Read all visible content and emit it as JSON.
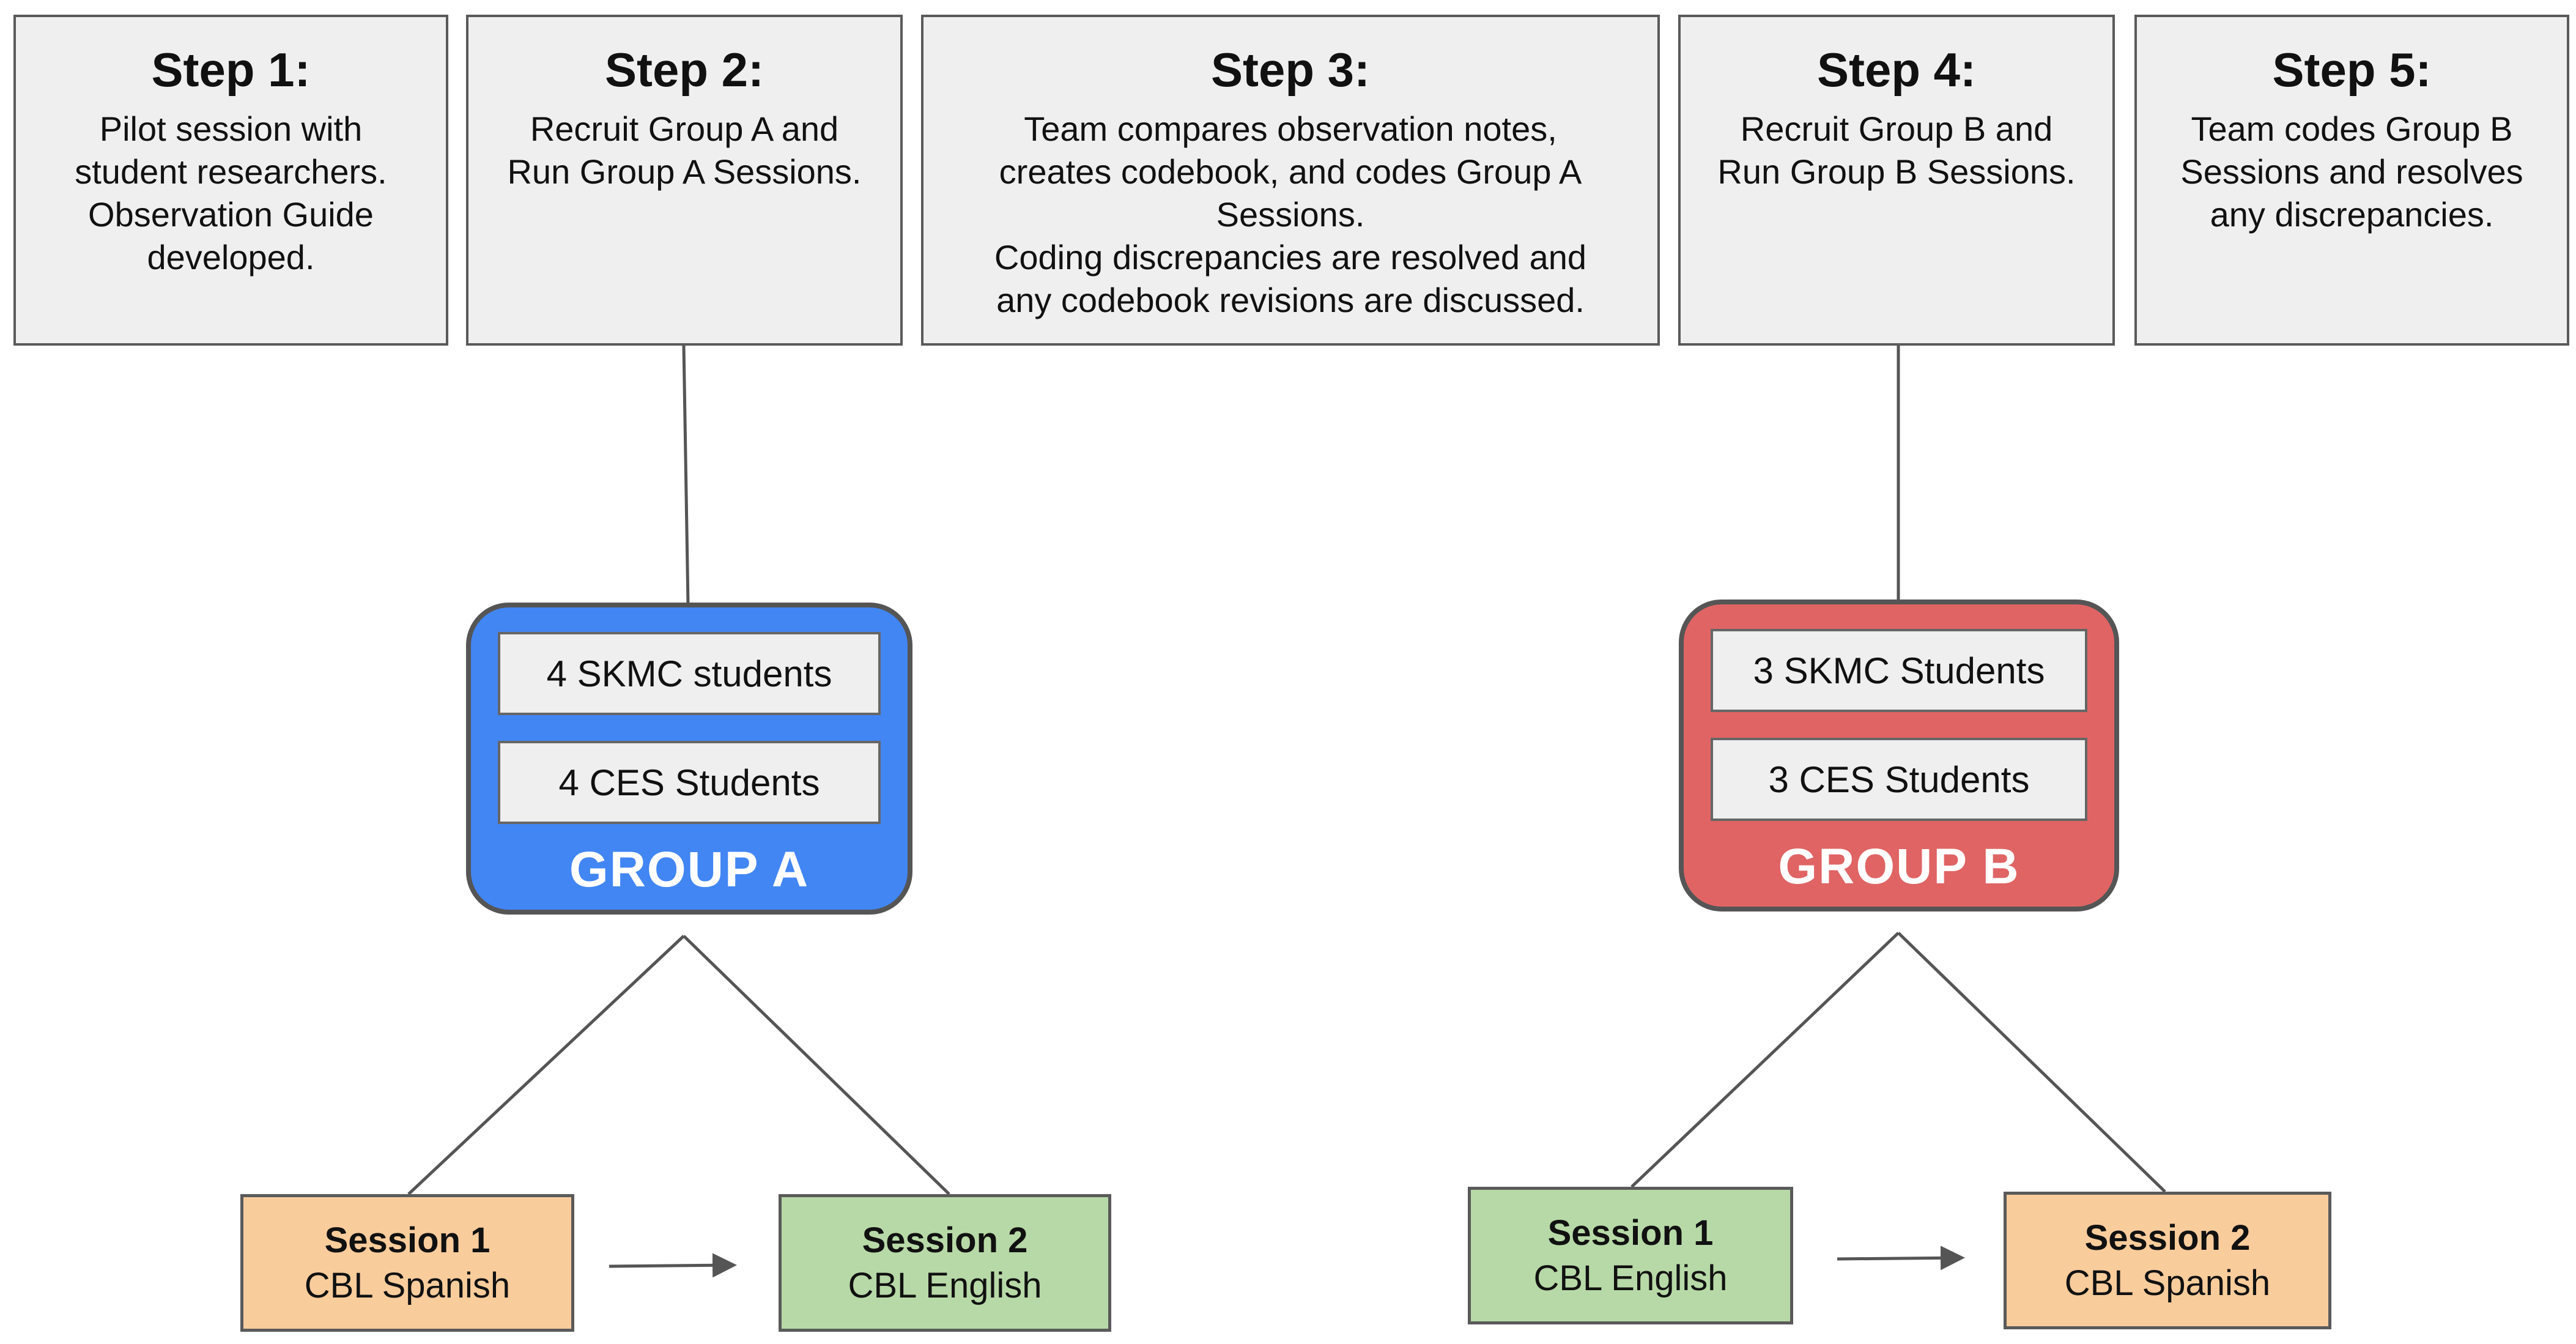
{
  "colors": {
    "group_a": "#4286f4",
    "group_b": "#e06464",
    "session_spanish": "#f9cc9c",
    "session_english": "#b7d9a7",
    "step_box": "#efefef",
    "member_box": "#efefef"
  },
  "steps": [
    {
      "title": "Step 1:",
      "body": "Pilot session with\nstudent researchers.\nObservation Guide\ndeveloped."
    },
    {
      "title": "Step 2:",
      "body": "Recruit Group A and\nRun Group A Sessions."
    },
    {
      "title": "Step 3:",
      "body": "Team compares observation notes,\ncreates codebook, and codes Group A\nSessions.\nCoding discrepancies are resolved and\nany codebook revisions are discussed."
    },
    {
      "title": "Step 4:",
      "body": "Recruit Group B and\nRun Group B Sessions."
    },
    {
      "title": "Step 5:",
      "body": "Team codes Group B\nSessions and resolves\nany discrepancies."
    }
  ],
  "group_a": {
    "label": "GROUP A",
    "members": [
      "4 SKMC students",
      "4 CES Students"
    ],
    "sessions": [
      {
        "name": "Session 1",
        "language": "CBL Spanish"
      },
      {
        "name": "Session 2",
        "language": "CBL English"
      }
    ]
  },
  "group_b": {
    "label": "GROUP B",
    "members": [
      "3 SKMC Students",
      "3 CES Students"
    ],
    "sessions": [
      {
        "name": "Session 1",
        "language": "CBL English"
      },
      {
        "name": "Session 2",
        "language": "CBL Spanish"
      }
    ]
  }
}
